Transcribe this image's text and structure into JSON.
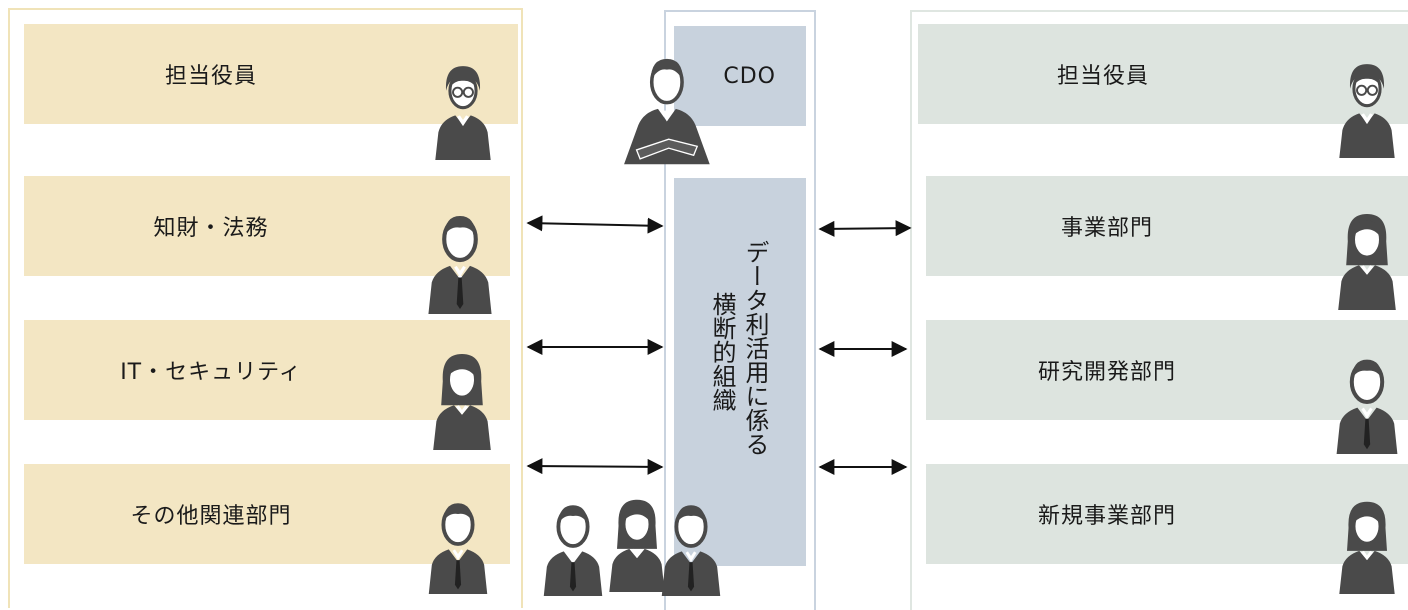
{
  "left_column": {
    "boxes": [
      "担当役員",
      "知財・法務",
      "IT・セキュリティ",
      "その他関連部門"
    ]
  },
  "center_column": {
    "cdo_label": "CDO",
    "org_label_line1": "データ利活用に係る",
    "org_label_line2": "横断的組織"
  },
  "right_column": {
    "boxes": [
      "担当役員",
      "事業部門",
      "研究開発部門",
      "新規事業部門"
    ]
  },
  "icons": {
    "executive_female": "person-female-glasses-icon",
    "male": "person-male-icon",
    "female": "person-female-icon",
    "cdo": "person-arms-crossed-icon",
    "group": "person-group-icon"
  },
  "colors": {
    "left_fill": "#f3e6c3",
    "right_fill": "#dde4df",
    "center_fill": "#c8d2dd",
    "person": "#4a4a4a"
  }
}
